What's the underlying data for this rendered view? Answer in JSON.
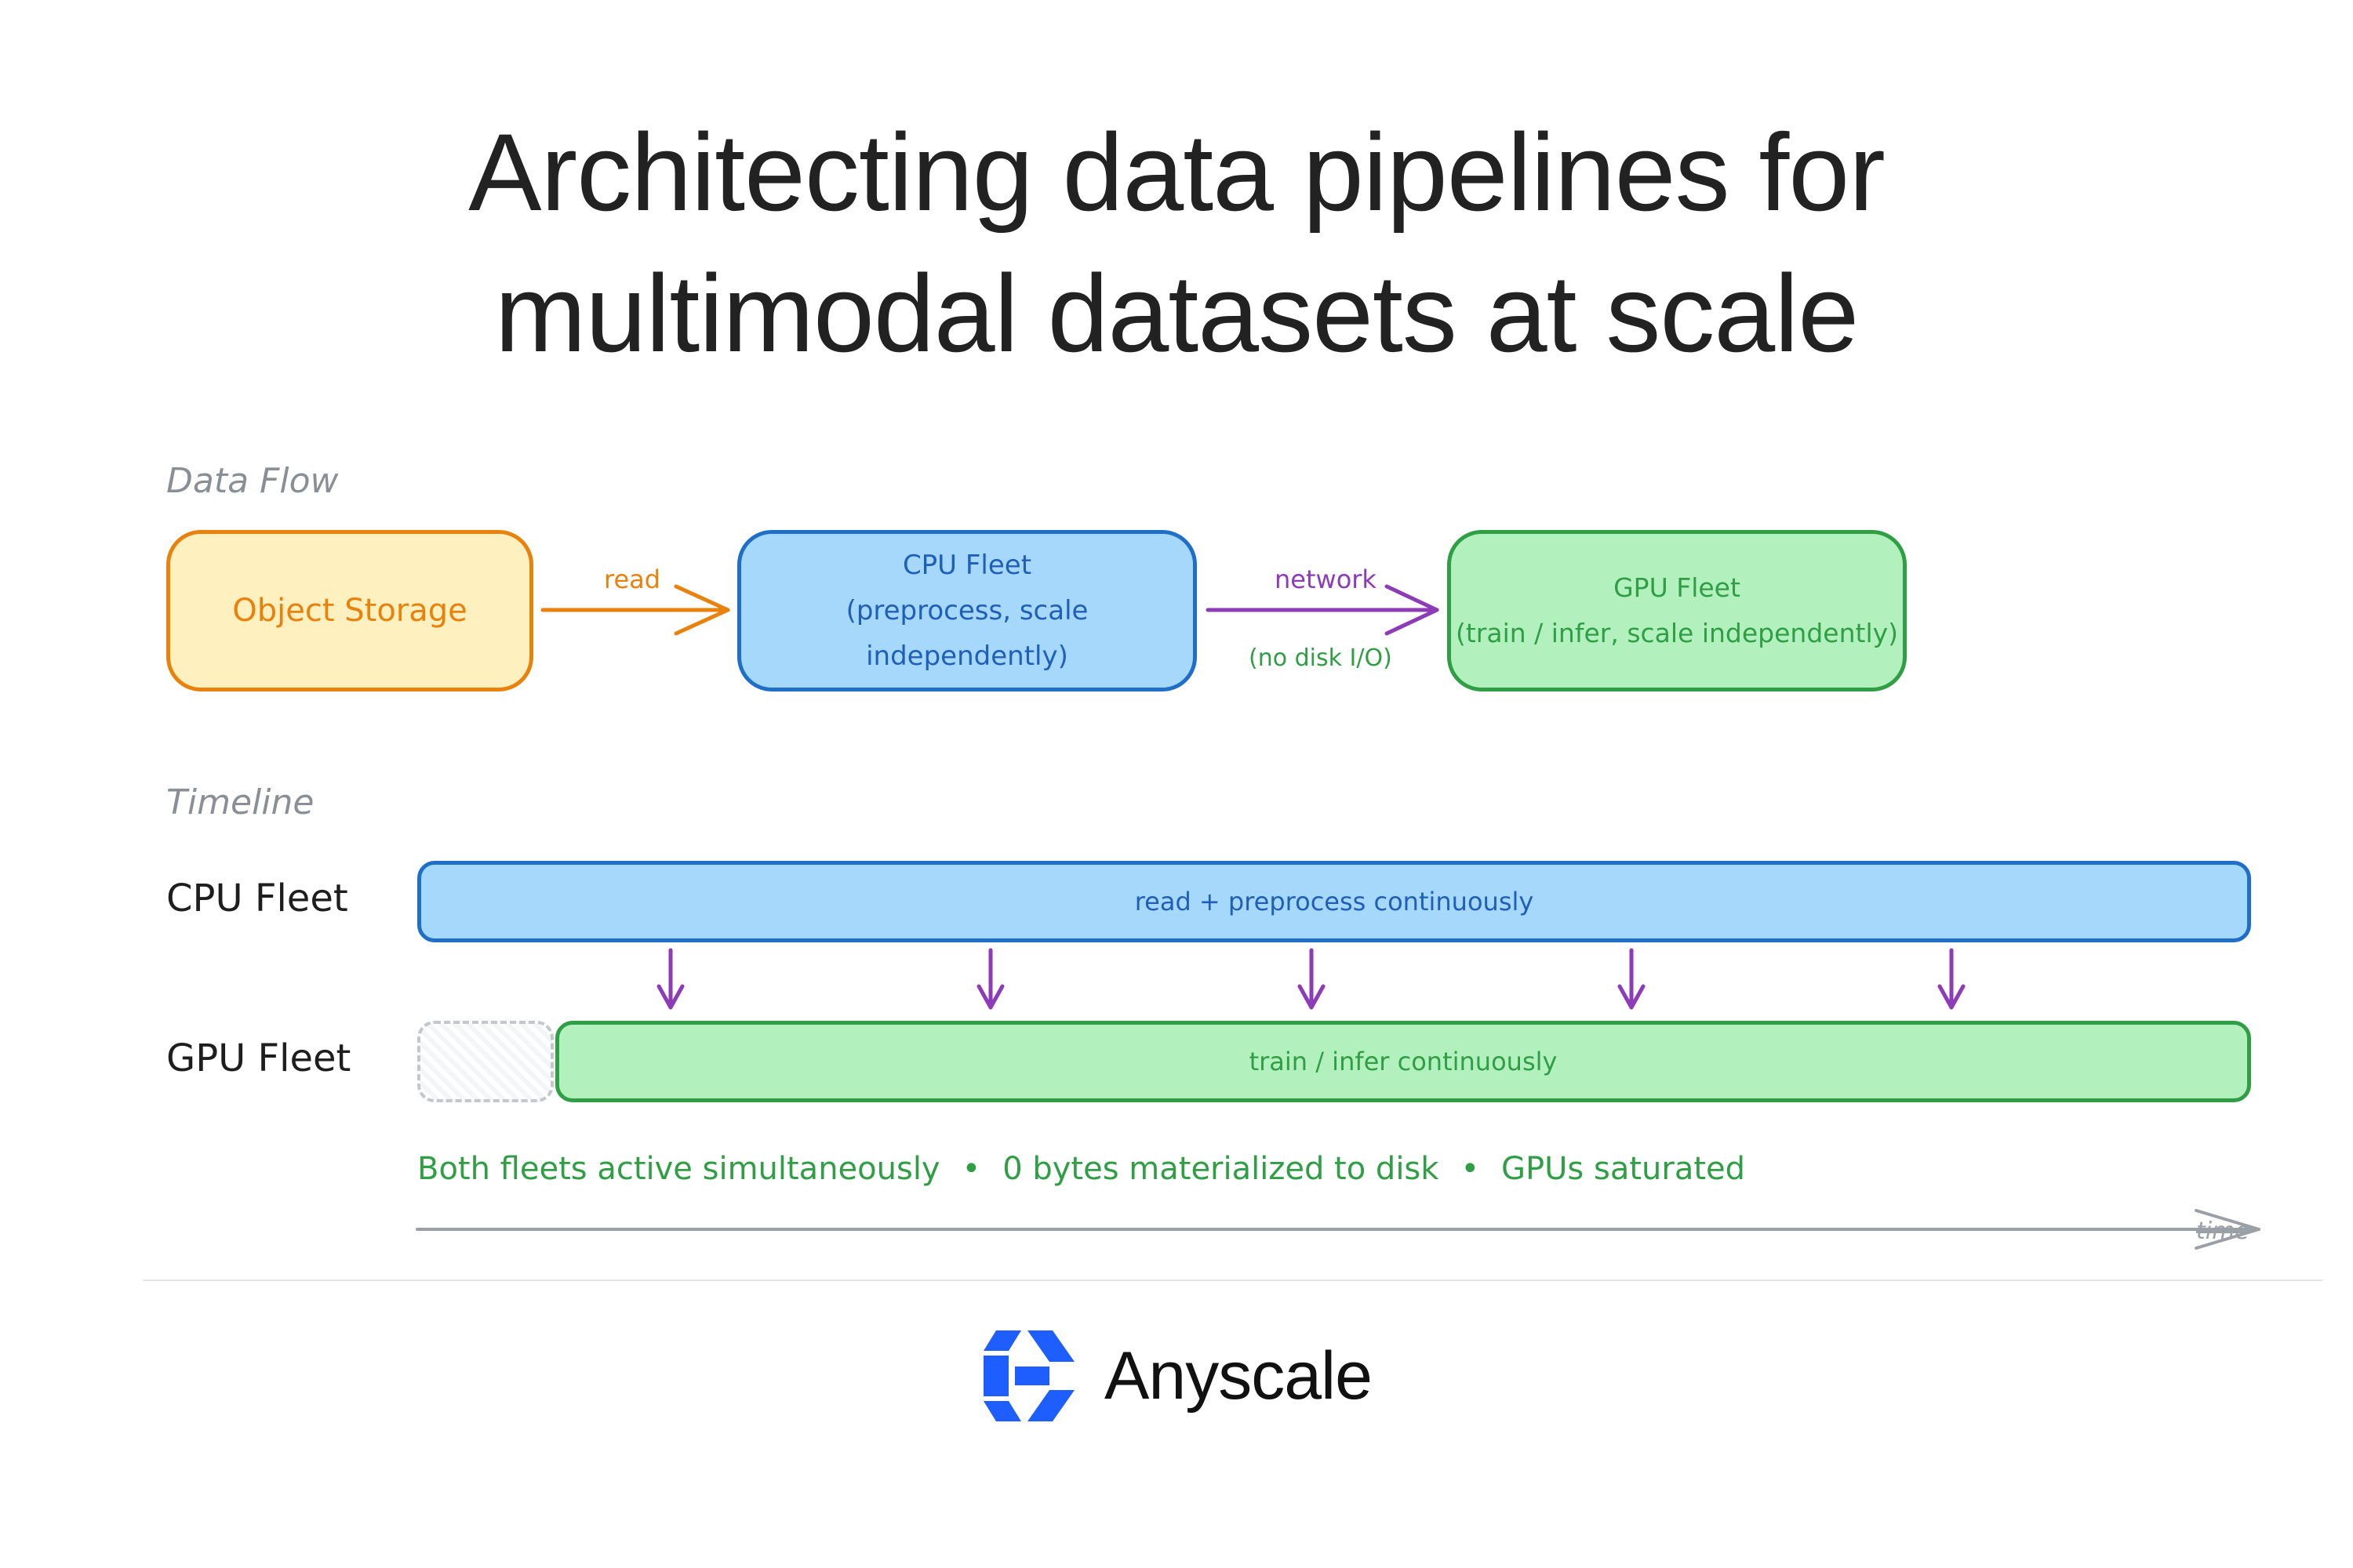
{
  "title": {
    "line1": "Architecting data pipelines for",
    "line2": "multimodal datasets at scale"
  },
  "data_flow": {
    "section_label": "Data Flow",
    "nodes": {
      "object_storage": {
        "label": "Object Storage"
      },
      "cpu_fleet": {
        "line1": "CPU Fleet",
        "line2": "(preprocess, scale independently)"
      },
      "gpu_fleet": {
        "line1": "GPU Fleet",
        "line2": "(train / infer, scale independently)"
      }
    },
    "edges": {
      "read": {
        "label": "read"
      },
      "network": {
        "label": "network",
        "sublabel": "(no disk I/O)"
      }
    }
  },
  "timeline": {
    "section_label": "Timeline",
    "cpu_row_label": "CPU Fleet",
    "gpu_row_label": "GPU Fleet",
    "cpu_bar_label": "read + preprocess continuously",
    "gpu_bar_label": "train / infer continuously",
    "summary": [
      "Both fleets active simultaneously",
      "0 bytes materialized to disk",
      "GPUs saturated"
    ],
    "separator": "•",
    "axis_label": "time"
  },
  "footer": {
    "brand": "Anyscale",
    "logo_icon": "anyscale-logo-icon"
  },
  "colors": {
    "orange": "#e8820d",
    "blue": "#1f6fc8",
    "green": "#2f9e44",
    "purple": "#8e3bb8",
    "brand_blue": "#1e5eff"
  }
}
